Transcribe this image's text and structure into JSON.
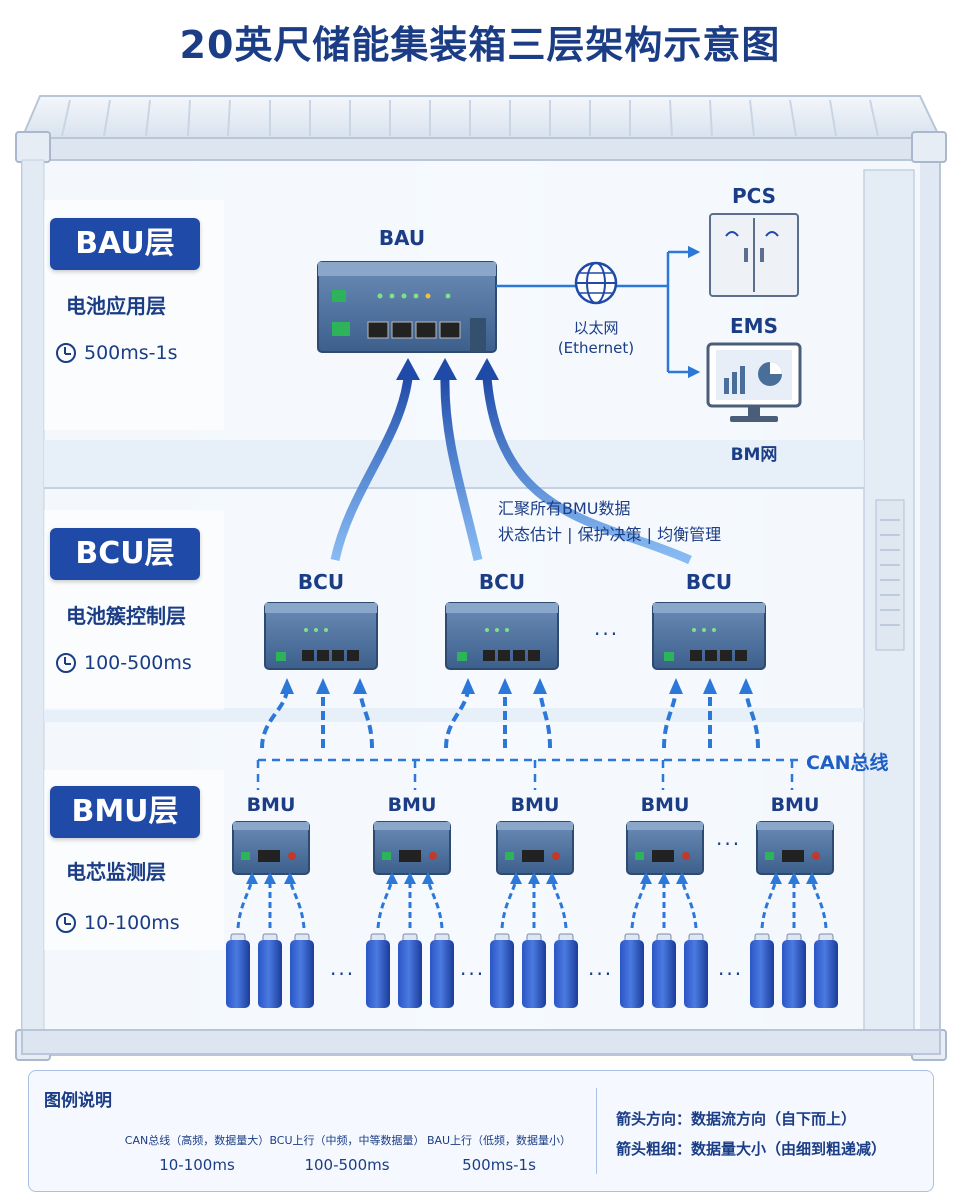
{
  "title": "20英尺储能集装箱三层架构示意图",
  "layers": [
    {
      "badge": "BAU层",
      "subtitle": "电池应用层",
      "timing": "500ms-1s"
    },
    {
      "badge": "BCU层",
      "subtitle": "电池簇控制层",
      "timing": "100-500ms"
    },
    {
      "badge": "BMU层",
      "subtitle": "电芯监测层",
      "timing": "10-100ms"
    }
  ],
  "devices": {
    "bau": "BAU",
    "pcs": "PCS",
    "ems": "EMS",
    "bm_net": "BM网",
    "ethernet_cn": "以太网",
    "ethernet_en": "(Ethernet)",
    "bcu_labels": [
      "BCU",
      "BCU",
      "BCU"
    ],
    "bmu_labels": [
      "BMU",
      "BMU",
      "BMU",
      "BMU",
      "BMU"
    ],
    "ellipsis": "···"
  },
  "annotations": {
    "summary_line1": "汇聚所有BMU数据",
    "summary_line2": "状态估计 | 保护决策 | 均衡管理",
    "can_bus": "CAN总线"
  },
  "legend": {
    "title": "图例说明",
    "items": [
      {
        "caption": "CAN总线（高频，数据量大）",
        "value": "10-100ms"
      },
      {
        "caption": "BCU上行（中频，中等数据量）",
        "value": "100-500ms"
      },
      {
        "caption": "BAU上行（低频，数据量小）",
        "value": "500ms-1s"
      }
    ],
    "note1": "箭头方向：数据流方向（自下而上）",
    "note2": "箭头粗细：数据量大小（由细到粗递减）"
  },
  "colors": {
    "accent": "#1f4aa8",
    "arrow": "#2c78d8",
    "device": "#4a6e9a",
    "battery": "#1f4ab8"
  }
}
